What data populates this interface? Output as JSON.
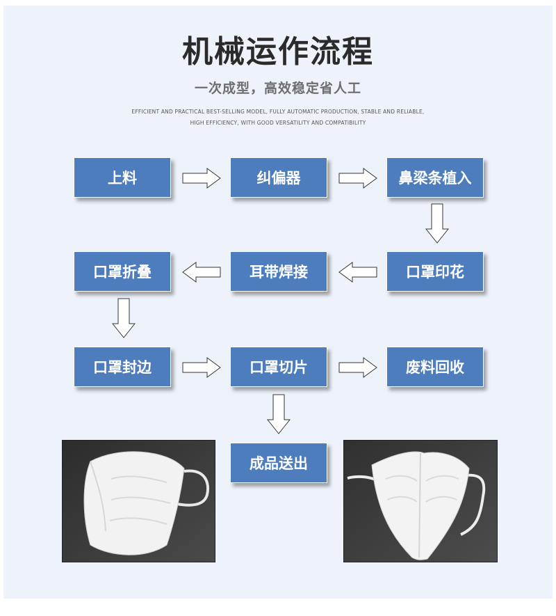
{
  "header": {
    "title": "机械运作流程",
    "subtitle": "一次成型，高效稳定省人工",
    "english_line1": "EFFICIENT AND PRACTICAL BEST-SELLING MODEL, FULLY AUTOMATIC PRODUCTION, STABLE AND RELIABLE,",
    "english_line2": "HIGH EFFICIENCY, WITH GOOD VERSATILITY AND COMPATIBILITY"
  },
  "steps": {
    "s1": "上料",
    "s2": "纠偏器",
    "s3": "鼻梁条植入",
    "s4": "口罩印花",
    "s5": "耳带焊接",
    "s6": "口罩折叠",
    "s7": "口罩封边",
    "s8": "口罩切片",
    "s9": "废料回收",
    "s10": "成品送出"
  },
  "colors": {
    "box": "#4e7dbd",
    "background": "#eef3fb"
  },
  "photos": [
    "mask-photo-left",
    "mask-photo-right"
  ]
}
